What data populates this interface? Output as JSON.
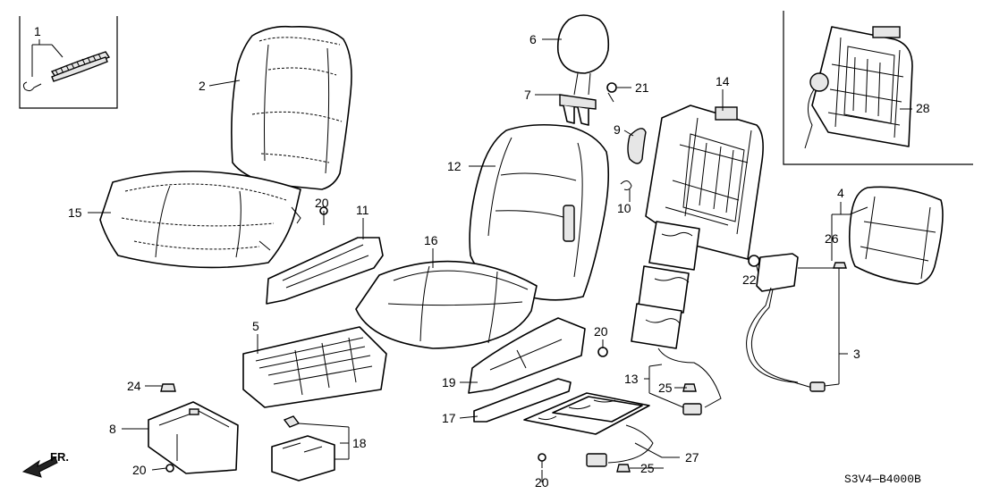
{
  "diagram": {
    "code": "S3V4—B4000B",
    "direction": "FR.",
    "callouts": {
      "c1": "1",
      "c2": "2",
      "c3": "3",
      "c4": "4",
      "c5": "5",
      "c6": "6",
      "c7": "7",
      "c8": "8",
      "c9": "9",
      "c10": "10",
      "c11": "11",
      "c12": "12",
      "c13": "13",
      "c14": "14",
      "c15": "15",
      "c16": "16",
      "c17": "17",
      "c18": "18",
      "c19": "19",
      "c20a": "20",
      "c20b": "20",
      "c20c": "20",
      "c20d": "20",
      "c21": "21",
      "c22": "22",
      "c24": "24",
      "c25a": "25",
      "c25b": "25",
      "c26": "26",
      "c27": "27",
      "c28": "28"
    }
  }
}
